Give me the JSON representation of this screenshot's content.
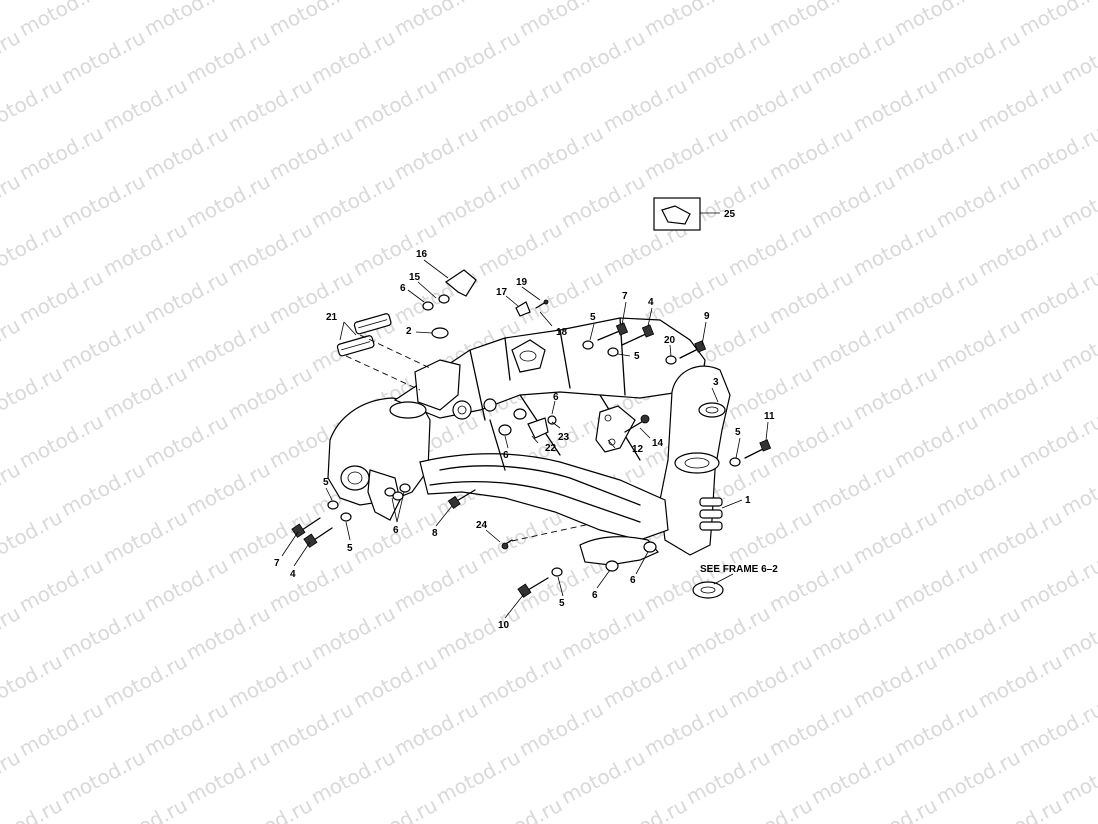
{
  "watermark": {
    "text": "motod.ru",
    "color": "#d9d9d9"
  },
  "diagram": {
    "callouts": {
      "c1": "1",
      "c2": "2",
      "c3": "3",
      "c4a": "4",
      "c4b": "4",
      "c5a": "5",
      "c5b": "5",
      "c5c": "5",
      "c5d": "5",
      "c5e": "5",
      "c5f": "5",
      "c6a": "6",
      "c6b": "6",
      "c6c": "6",
      "c6d": "6",
      "c6e": "6",
      "c6f": "6",
      "c7a": "7",
      "c7b": "7",
      "c8": "8",
      "c9": "9",
      "c10": "10",
      "c11": "11",
      "c12": "12",
      "c14": "14",
      "c15": "15",
      "c16": "16",
      "c17": "17",
      "c18": "18",
      "c19": "19",
      "c20": "20",
      "c21": "21",
      "c22": "22",
      "c23": "23",
      "c24": "24",
      "c25": "25"
    },
    "see_note": "SEE FRAME 6–2"
  }
}
